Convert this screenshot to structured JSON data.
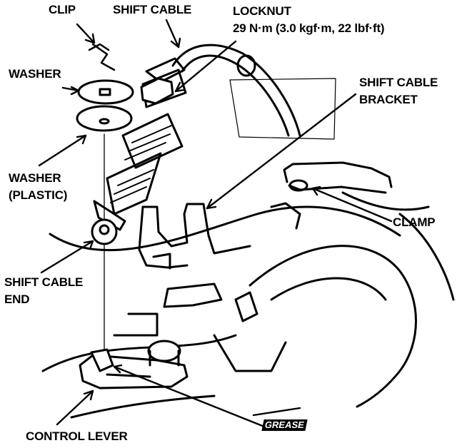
{
  "labels": {
    "clip": "CLIP",
    "shift_cable": "SHIFT CABLE",
    "locknut_line1": "LOCKNUT",
    "locknut_line2": "29 N·m (3.0 kgf·m, 22 lbf·ft)",
    "washer": "WASHER",
    "shift_cable_bracket_line1": "SHIFT CABLE",
    "shift_cable_bracket_line2": "BRACKET",
    "washer_plastic_line1": "WASHER",
    "washer_plastic_line2": "(PLASTIC)",
    "clamp": "CLAMP",
    "shift_cable_end_line1": "SHIFT CABLE",
    "shift_cable_end_line2": "END",
    "control_lever": "CONTROL LEVER",
    "grease": "GREASE"
  },
  "colors": {
    "ink": "#000000",
    "paper": "#ffffff"
  }
}
